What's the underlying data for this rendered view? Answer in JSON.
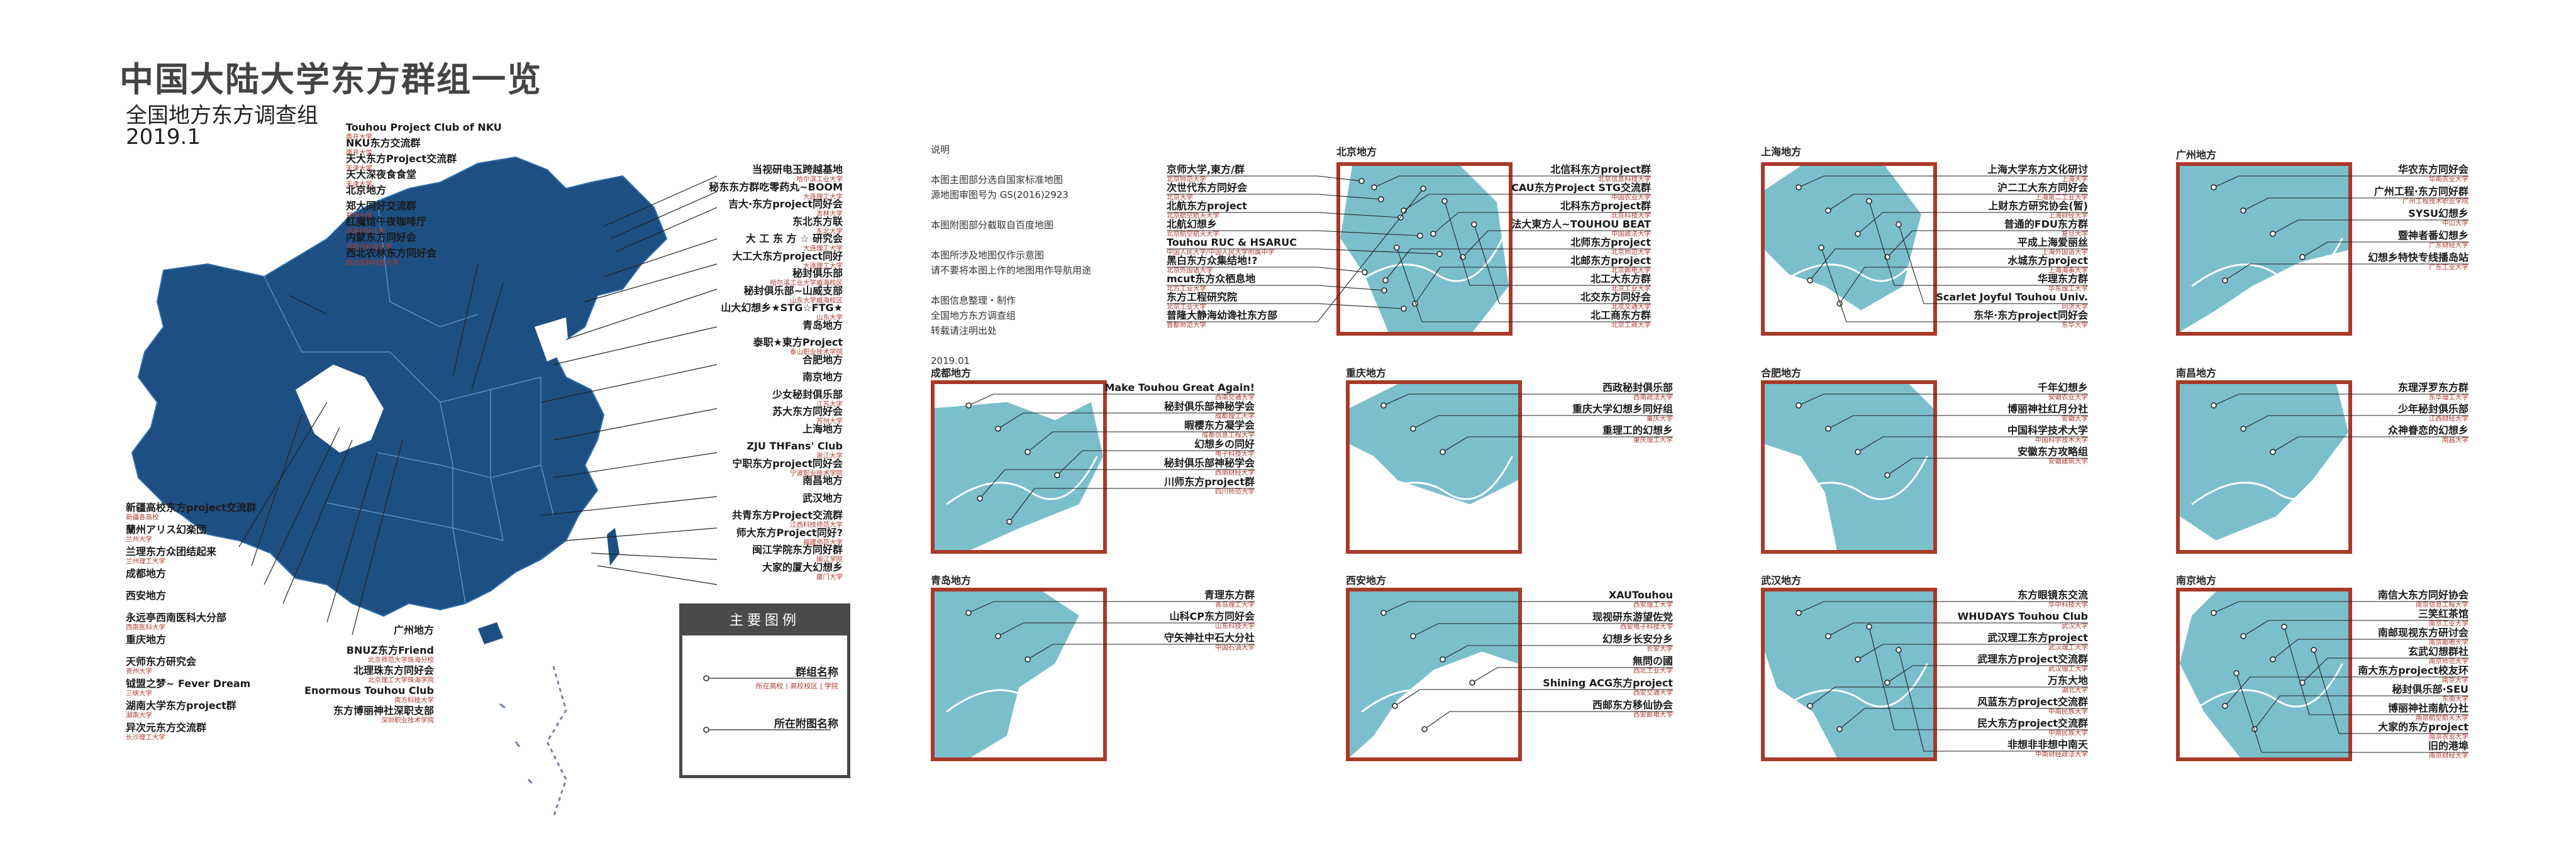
{
  "header": {
    "title": "中国大陆大学东方群组一览",
    "subtitle": "全国地方东方调查组",
    "date": "2019.1"
  },
  "notes": {
    "lines": [
      "说明",
      "",
      "本图主图部分选自国家标准地图",
      "源地图审图号为 GS(2016)2923",
      "",
      "本图附图部分截取自百度地图",
      "",
      "本图所涉及地图仅作示意图",
      "请不要将本图上作的地图用作导航用途",
      "",
      "本图信息整理・制作",
      "全国地方东方调查组",
      "转载请注明出处",
      "",
      "2019.01"
    ]
  },
  "legend": {
    "title": "主要图例",
    "item1_name": "群组名称",
    "item1_sub": "所在高校 | 高校校区 | 学院",
    "item2_name": "所在附图名称"
  },
  "colors": {
    "mainland": "#1e4f82",
    "inset_water": "#7bbfcc",
    "inset_border": "#a83a2a",
    "school": "#b03a2e"
  },
  "main_left_labels": [
    {
      "n": "Touhou Project Club of NKU",
      "s": "南开大学"
    },
    {
      "n": "NKU东方交流群",
      "s": "南开大学"
    },
    {
      "n": "天大东方Project交流群",
      "s": "天津大学"
    },
    {
      "n": "天大深夜食食堂",
      "s": "天津大学"
    },
    {
      "n": "北京地方",
      "s": ""
    },
    {
      "n": "郑大同好交流群",
      "s": "郑州大学"
    },
    {
      "n": "红魔馆午夜咖啡厅",
      "s": "河南科技大学"
    },
    {
      "n": "内蒙东方同好会",
      "s": "内蒙古科技大学"
    },
    {
      "n": "西北农林东方同好会",
      "s": "西北农林科技大学"
    },
    {
      "n": "新疆高校东方project交流群",
      "s": "新疆各高校"
    },
    {
      "n": "蘭州アリス幻楽団",
      "s": "兰州大学"
    },
    {
      "n": "兰理东方众团结起来",
      "s": "兰州理工大学"
    },
    {
      "n": "成都地方",
      "s": ""
    },
    {
      "n": "西安地方",
      "s": ""
    },
    {
      "n": "永远亭西南医科大分部",
      "s": "西南医科大学"
    },
    {
      "n": "重庆地方",
      "s": ""
    },
    {
      "n": "天师东方研究会",
      "s": "贵州大学"
    },
    {
      "n": "钺盟之梦~ Fever Dream",
      "s": "三峡大学"
    },
    {
      "n": "湖南大学东方project群",
      "s": "湖南大学"
    },
    {
      "n": "异次元东方交流群",
      "s": "长沙理工大学"
    }
  ],
  "main_bottom_labels": [
    {
      "n": "广州地方",
      "s": ""
    },
    {
      "n": "BNUZ东方Friend",
      "s": "北京师范大学珠海分校"
    },
    {
      "n": "北理珠东方同好会",
      "s": "北京理工大学珠海学院"
    },
    {
      "n": "Enormous Touhou Club",
      "s": "南方科技大学"
    },
    {
      "n": "东方博丽神社深职支部",
      "s": "深圳职业技术学院"
    }
  ],
  "main_right_labels": [
    {
      "n": "当视研电玉跨越基地",
      "s": "哈尔滨工业大学"
    },
    {
      "n": "秘东东方群吃零药丸~BOOM",
      "s": "大连理工大学"
    },
    {
      "n": "吉大·东方project同好会",
      "s": "吉林大学"
    },
    {
      "n": "东北东方联",
      "s": "东北大学"
    },
    {
      "n": "大 工 东 方 ☆ 研究会",
      "s": "大连理工大学"
    },
    {
      "n": "大工大东方project同好",
      "s": "大连理工大学"
    },
    {
      "n": "秘封俱乐部",
      "s": "哈尔滨工业大学威海校区"
    },
    {
      "n": "秘封俱乐部~山威支部",
      "s": "山东大学威海校区"
    },
    {
      "n": "山大幻想乡★STG☆FTG★",
      "s": "山东大学"
    },
    {
      "n": "青岛地方",
      "s": ""
    },
    {
      "n": "泰职★東方Project",
      "s": "泰山职业技术学院"
    },
    {
      "n": "合肥地方",
      "s": ""
    },
    {
      "n": "南京地方",
      "s": ""
    },
    {
      "n": "少女秘封俱乐部",
      "s": "江苏大学"
    },
    {
      "n": "苏大东方同好会",
      "s": "苏州大学"
    },
    {
      "n": "上海地方",
      "s": ""
    },
    {
      "n": "ZJU THFans' Club",
      "s": "浙江大学"
    },
    {
      "n": "宁职东方project同好会",
      "s": "宁波职业技术学院"
    },
    {
      "n": "南昌地方",
      "s": ""
    },
    {
      "n": "武汉地方",
      "s": ""
    },
    {
      "n": "共青东方Project交流群",
      "s": "江西科技师范大学"
    },
    {
      "n": "师大东方Project同好?",
      "s": "福建师范大学"
    },
    {
      "n": "闽江学院东方同好群",
      "s": "闽江学院"
    },
    {
      "n": "大家的厦大幻想乡",
      "s": "厦门大学"
    }
  ],
  "insets": [
    {
      "key": "beijing",
      "title": "北京地方",
      "left": [
        {
          "n": "京师大学,東方/群",
          "s": "北京师范大学"
        },
        {
          "n": "次世代东方同好会",
          "s": "北京大学"
        },
        {
          "n": "北航东方project",
          "s": "北京航空航天大学"
        },
        {
          "n": "北航幻想乡",
          "s": "北京航空航天大学"
        },
        {
          "n": "Touhou RUC & HSARUC",
          "s": "中国人民大学/中国人民大学附属中学"
        },
        {
          "n": "黑白东方众集结地!?",
          "s": "北京外国语大学"
        },
        {
          "n": "mcut东方众栖息地",
          "s": "北方工业大学"
        },
        {
          "n": "东方工程研究院",
          "s": "北京工业大学"
        },
        {
          "n": "普隆大静海幼谗社东方部",
          "s": "首都师范大学"
        }
      ],
      "right": [
        {
          "n": "北信科东方project群",
          "s": "北京信息科技大学"
        },
        {
          "n": "CAU东方Project STG交流群",
          "s": "中国农业大学"
        },
        {
          "n": "北科东方project群",
          "s": "北京科技大学"
        },
        {
          "n": "法大東方人~TOUHOU BEAT",
          "s": "中国政法大学"
        },
        {
          "n": "北师东方project",
          "s": "北京师范大学"
        },
        {
          "n": "北邮东方project",
          "s": "北京邮电大学"
        },
        {
          "n": "北工大东方群",
          "s": "北京工业大学"
        },
        {
          "n": "北交东方同好会",
          "s": "北京交通大学"
        },
        {
          "n": "北工商东方群",
          "s": "北京工商大学"
        }
      ]
    },
    {
      "key": "shanghai",
      "title": "上海地方",
      "left": [],
      "right": [
        {
          "n": "上海大学东方文化研讨",
          "s": "上海大学"
        },
        {
          "n": "沪二工大东方同好会",
          "s": "上海第二工业大学"
        },
        {
          "n": "上财东方研究协会(暂)",
          "s": "上海财经大学"
        },
        {
          "n": "普通的FDU东方群",
          "s": "复旦大学"
        },
        {
          "n": "平成上海爱丽丝",
          "s": "上海外国语大学"
        },
        {
          "n": "水城东方project",
          "s": "上海海事大学"
        },
        {
          "n": "华理东方群",
          "s": "华东理工大学"
        },
        {
          "n": "Scarlet Joyful Touhou Univ.",
          "s": "同济大学"
        },
        {
          "n": "东华·东方project同好会",
          "s": "东华大学"
        }
      ]
    },
    {
      "key": "guangzhou",
      "title": "广州地方",
      "left": [],
      "right": [
        {
          "n": "华农东方同好会",
          "s": "华南农业大学"
        },
        {
          "n": "广州工程·东方同好群",
          "s": "广州工程技术职业学院"
        },
        {
          "n": "SYSU幻想乡",
          "s": "中山大学"
        },
        {
          "n": "暨神者番幻想乡",
          "s": "广东财经大学"
        },
        {
          "n": "幻想乡特快专线播岛站",
          "s": "广东工业大学"
        }
      ]
    },
    {
      "key": "chengdu",
      "title": "成都地方",
      "left": [],
      "right": [
        {
          "n": "Make Touhou Great Again!",
          "s": "西南交通大学"
        },
        {
          "n": "秘封俱乐部神秘学会",
          "s": "成都理工大学"
        },
        {
          "n": "暇樱东方凝学会",
          "s": "成都信息工程大学"
        },
        {
          "n": "幻想乡の同好",
          "s": "电子科技大学"
        },
        {
          "n": "秘封俱乐部神秘学会",
          "s": "西南财经大学"
        },
        {
          "n": "川师东方project群",
          "s": "四川师范大学"
        }
      ]
    },
    {
      "key": "chongqing",
      "title": "重庆地方",
      "left": [],
      "right": [
        {
          "n": "西政秘封俱乐部",
          "s": "西南政法大学"
        },
        {
          "n": "重庆大学幻想乡同好组",
          "s": "重庆大学"
        },
        {
          "n": "重理工的幻想乡",
          "s": "重庆理工大学"
        }
      ]
    },
    {
      "key": "hefei",
      "title": "合肥地方",
      "left": [],
      "right": [
        {
          "n": "千年幻想乡",
          "s": "安徽农业大学"
        },
        {
          "n": "博丽神社红月分社",
          "s": "安徽大学"
        },
        {
          "n": "中国科学技术大学",
          "s": "中国科学技术大学"
        },
        {
          "n": "安徽东方攻略组",
          "s": "安徽建筑大学"
        }
      ]
    },
    {
      "key": "nanchang",
      "title": "南昌地方",
      "left": [],
      "right": [
        {
          "n": "东理浮罗东方群",
          "s": "东华理工大学"
        },
        {
          "n": "少年秘封俱乐部",
          "s": "江西财经大学"
        },
        {
          "n": "众神眷恋的幻想乡",
          "s": "南昌大学"
        }
      ]
    },
    {
      "key": "qingdao",
      "title": "青岛地方",
      "left": [],
      "right": [
        {
          "n": "青理东方群",
          "s": "青岛理工大学"
        },
        {
          "n": "山科CP东方同好会",
          "s": "山东科技大学"
        },
        {
          "n": "守矢神社中石大分社",
          "s": "中国石油大学"
        }
      ]
    },
    {
      "key": "xian",
      "title": "西安地方",
      "left": [],
      "right": [
        {
          "n": "XAUTouhou",
          "s": "西安理工大学"
        },
        {
          "n": "现视研东游望佐党",
          "s": "西安电子科技大学"
        },
        {
          "n": "幻想乡长安分乡",
          "s": "长安大学"
        },
        {
          "n": "無問の國",
          "s": "西北工业大学"
        },
        {
          "n": "Shining ACG东方project",
          "s": "西安交通大学"
        },
        {
          "n": "西邮东方移仙协会",
          "s": "西安邮电大学"
        }
      ]
    },
    {
      "key": "wuhan",
      "title": "武汉地方",
      "left": [],
      "right": [
        {
          "n": "东方眼镜东交流",
          "s": "华中科技大学"
        },
        {
          "n": "WHUDAYS Touhou Club",
          "s": "武汉大学"
        },
        {
          "n": "武汉理工东方project",
          "s": "武汉理工大学"
        },
        {
          "n": "武理东方project交流群",
          "s": "武汉理工大学"
        },
        {
          "n": "万东大地",
          "s": "湖北大学"
        },
        {
          "n": "风蓝东方project交流群",
          "s": "中南民族大学"
        },
        {
          "n": "民大东方project交流群",
          "s": "中南民族大学"
        },
        {
          "n": "非想非非想中南天",
          "s": "中南财经政法大学"
        }
      ]
    },
    {
      "key": "nanjing",
      "title": "南京地方",
      "left": [],
      "right": [
        {
          "n": "南信大东方同好协会",
          "s": "南京信息工程大学"
        },
        {
          "n": "三笑红茶馆",
          "s": "南京工业大学"
        },
        {
          "n": "南邮现视东方研讨会",
          "s": "南京邮电大学"
        },
        {
          "n": "玄武幻想群社",
          "s": "南京师范大学"
        },
        {
          "n": "南大东方project校友环",
          "s": "南京大学"
        },
        {
          "n": "秘封俱乐部·SEU",
          "s": "东南大学"
        },
        {
          "n": "博丽神社南航分社",
          "s": "南京航空航天大学"
        },
        {
          "n": "大家的东方project",
          "s": "南京农业大学"
        },
        {
          "n": "旧的港埠",
          "s": "南京财经大学"
        }
      ]
    }
  ]
}
